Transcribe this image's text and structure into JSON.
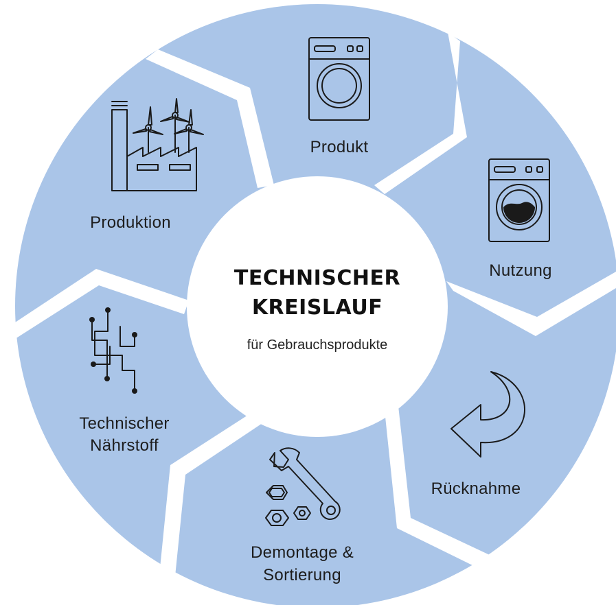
{
  "center": {
    "title_line1": "TECHNISCHER",
    "title_line2": "KREISLAUF",
    "subtitle": "für Gebrauchsprodukte"
  },
  "segments": [
    {
      "key": "produkt",
      "lines": [
        "Produkt"
      ],
      "icon": "washing-machine-icon"
    },
    {
      "key": "nutzung",
      "lines": [
        "Nutzung"
      ],
      "icon": "washing-machine-running-icon"
    },
    {
      "key": "ruecknahme",
      "lines": [
        "Rücknahme"
      ],
      "icon": "return-arrow-icon"
    },
    {
      "key": "demontage",
      "lines": [
        "Demontage &",
        "Sortierung"
      ],
      "icon": "wrench-and-nuts-icon"
    },
    {
      "key": "naehrstoff",
      "lines": [
        "Technischer",
        "Nährstoff"
      ],
      "icon": "circuit-icon"
    },
    {
      "key": "produktion",
      "lines": [
        "Produktion"
      ],
      "icon": "factory-wind-turbines-icon"
    }
  ],
  "colors": {
    "segment": "#aac5e8",
    "center": "#ffffff",
    "ink": "#1a1a1a"
  }
}
